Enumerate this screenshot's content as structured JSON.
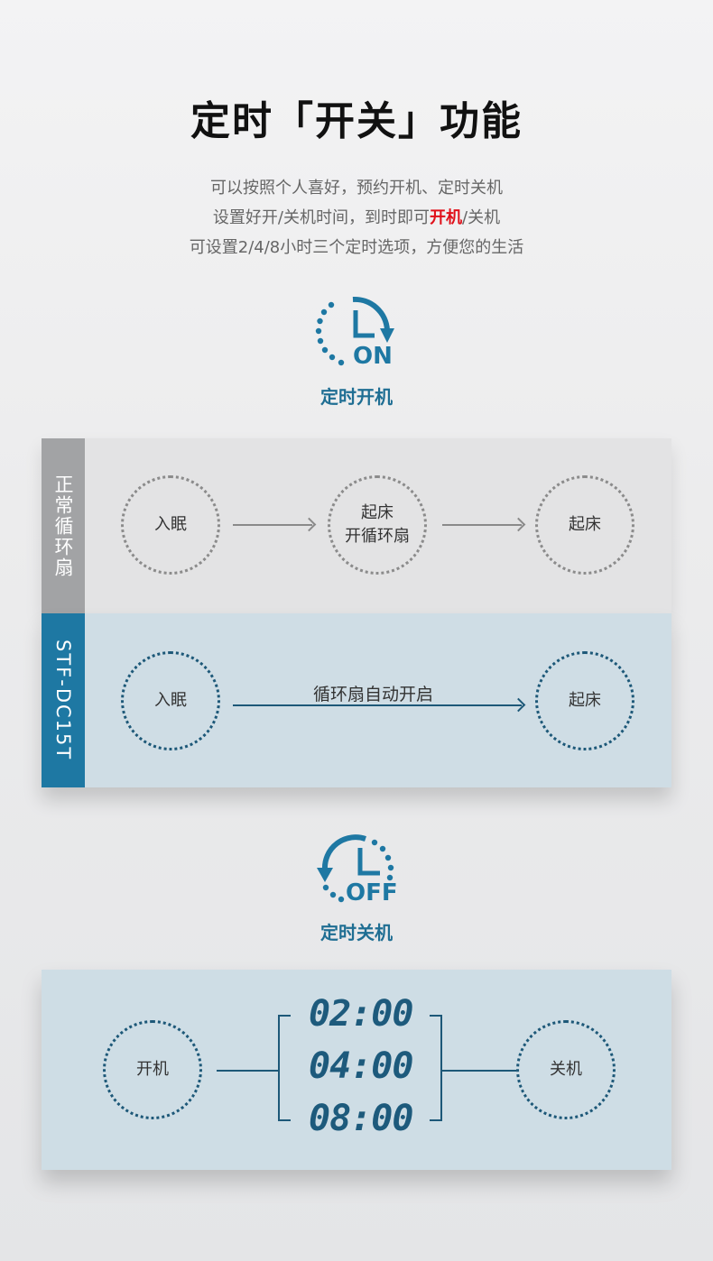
{
  "title": "定时「开关」功能",
  "description": {
    "line1": "可以按照个人喜好，预约开机、定时关机",
    "line2_prefix": "设置好开/关机时间，到时即可",
    "line2_highlight": "开机",
    "line2_suffix": "/关机",
    "line3": "可设置2/4/8小时三个定时选项，方便您的生活"
  },
  "timer_on": {
    "icon": "clock-forward-icon",
    "icon_text": "ON",
    "label": "定时开机"
  },
  "normal_fan": {
    "side_label": "正常循环扇",
    "step1": "入眠",
    "step2_line1": "起床",
    "step2_line2": "开循环扇",
    "step3": "起床"
  },
  "model_fan": {
    "side_label": "STF-DC15T",
    "step1": "入眠",
    "arrow_label": "循环扇自动开启",
    "step2": "起床"
  },
  "timer_off": {
    "icon": "clock-backward-icon",
    "icon_text": "OFF",
    "label": "定时关机"
  },
  "off_panel": {
    "start": "开机",
    "end": "关机",
    "options": [
      "02:00",
      "04:00",
      "08:00"
    ]
  },
  "colors": {
    "accent": "#1e78a3",
    "highlight": "#e0101a",
    "grey_side": "#a2a3a5"
  }
}
